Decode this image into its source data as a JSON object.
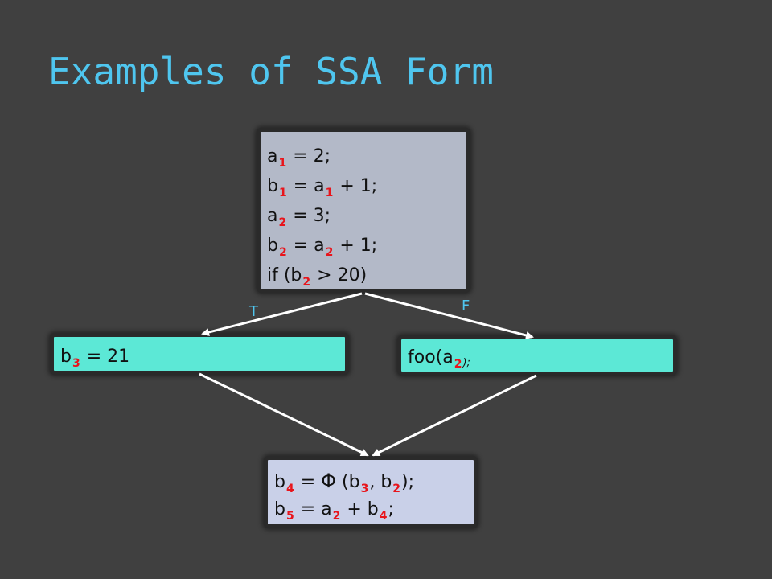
{
  "title": "Examples of SSA Form",
  "blocks": {
    "entry": [
      [
        "a",
        "1",
        " = 2;"
      ],
      [
        "b",
        "1",
        " = a",
        "1",
        " + 1;"
      ],
      [
        "a",
        "2",
        " = 3;"
      ],
      [
        "b",
        "2",
        " = a",
        "2",
        " + 1;"
      ],
      [
        "if (b",
        "2",
        " > 20)"
      ]
    ],
    "true_block": [
      "b",
      "3",
      " = 21"
    ],
    "false_block": [
      "foo(a",
      "2",
      ");"
    ],
    "merge": {
      "line1": [
        "b",
        "4",
        " = ",
        "Φ",
        " (b",
        "3",
        ", b",
        "2",
        ");"
      ],
      "line2": [
        "b",
        "5",
        " = a",
        "2",
        " + b",
        "4",
        ";"
      ]
    }
  },
  "edge_labels": {
    "true": "T",
    "false": "F"
  },
  "colors": {
    "title": "#4fc6ef",
    "subscript": "#e8141b",
    "entry_bg": "#b3b9c8",
    "branch_bg": "#5ce8d6",
    "merge_bg": "#c9d0e8",
    "background": "#404040"
  }
}
